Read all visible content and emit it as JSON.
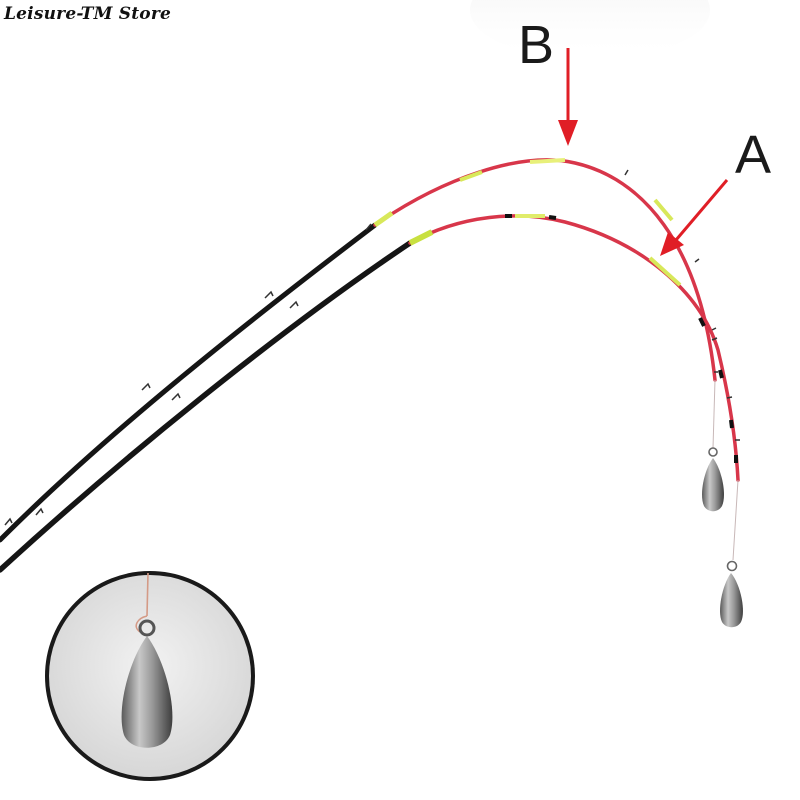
{
  "watermark": {
    "text": "Leisure-TM Store"
  },
  "labels": {
    "b": "B",
    "a": "A"
  },
  "colors": {
    "rod_black": "#151515",
    "tip_red": "#d8364a",
    "tip_yellow": "#d8e85a",
    "arrow_red": "#e01e26",
    "sinker_gray": "#8a8a8a",
    "inset_bg": "#e6e6e6",
    "inset_border": "#1a1a1a"
  }
}
